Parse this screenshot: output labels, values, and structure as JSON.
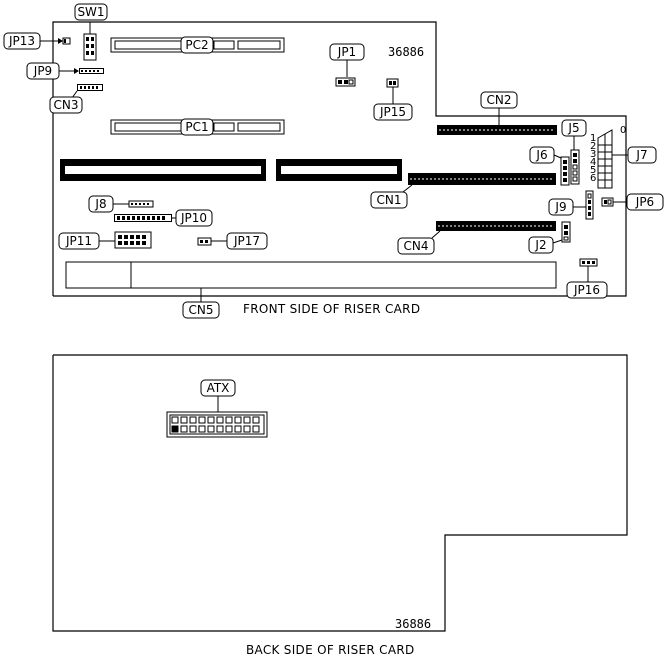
{
  "front": {
    "caption": "FRONT SIDE OF RISER CARD",
    "board_number": "36886",
    "labels": {
      "sw1": "SW1",
      "jp13": "JP13",
      "jp9": "JP9",
      "cn3": "CN3",
      "pc2": "PC2",
      "pc1": "PC1",
      "jp1": "JP1",
      "jp15": "JP15",
      "cn2": "CN2",
      "j5": "J5",
      "j6": "J6",
      "j7": "J7",
      "cn1": "CN1",
      "j9": "J9",
      "jp6": "JP6",
      "j8": "J8",
      "jp10": "JP10",
      "jp11": "JP11",
      "jp17": "JP17",
      "cn4": "CN4",
      "j2": "J2",
      "jp16": "JP16",
      "cn5": "CN5"
    },
    "j7_pins": [
      "0",
      "1",
      "2",
      "3",
      "4",
      "5",
      "6"
    ]
  },
  "back": {
    "caption": "BACK SIDE OF RISER CARD",
    "board_number": "36886",
    "labels": {
      "atx": "ATX"
    }
  }
}
